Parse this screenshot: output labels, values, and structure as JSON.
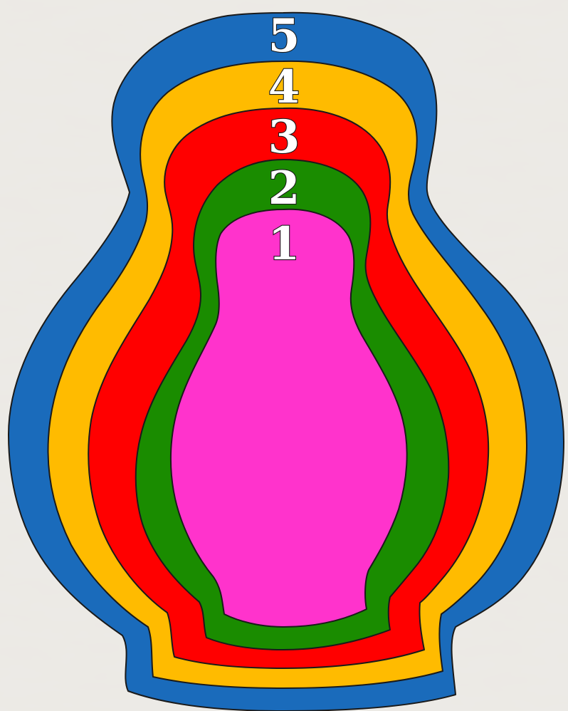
{
  "background_color": "#ece9e4",
  "layers": [
    {
      "number": "5",
      "color": "#1a6bbb"
    },
    {
      "number": "4",
      "color": "#ffbb00"
    },
    {
      "number": "3",
      "color": "#ff0000"
    },
    {
      "number": "2",
      "color": "#1a8c00"
    },
    {
      "number": "1",
      "color": "#ff33cc"
    }
  ]
}
